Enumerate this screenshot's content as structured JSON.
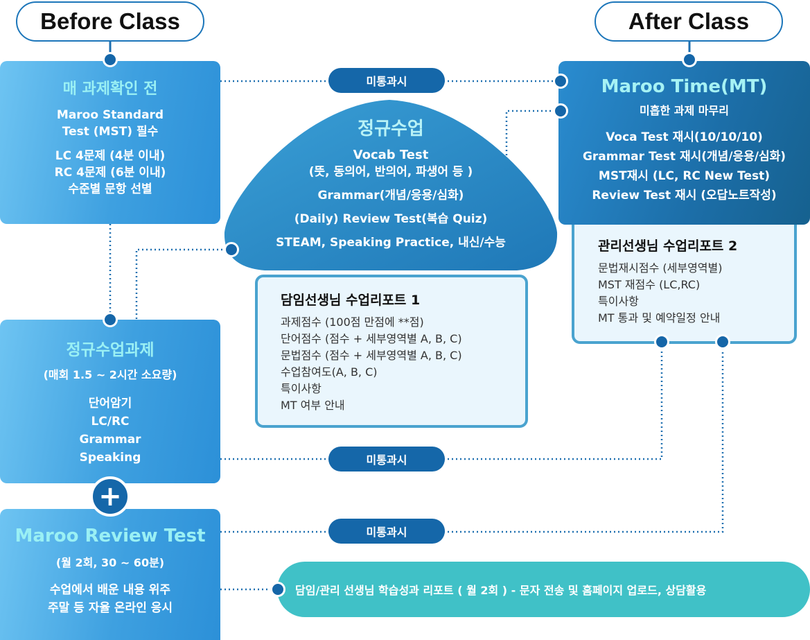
{
  "headers": {
    "before": "Before Class",
    "after": "After Class"
  },
  "pre_assignment": {
    "title": "매 과제확인 전",
    "lines": [
      "Maroo Standard",
      "Test (MST) 필수",
      "LC 4문제 (4분 이내)",
      "RC 4문제 (6분 이내)",
      "수준별 문항 선별"
    ]
  },
  "regular_class": {
    "title": "정규수업",
    "lines": [
      "Vocab Test",
      "(뜻, 동의어, 반의어, 파생어 등 )",
      "Grammar(개념/응용/심화)",
      "(Daily) Review Test(복습 Quiz)",
      "STEAM, Speaking Practice, 내신/수능"
    ]
  },
  "report1": {
    "title": "담임선생님 수업리포트 1",
    "items": [
      "과제점수 (100점 만점에 **점)",
      "단어점수 (점수 + 세부영역별 A, B, C)",
      "문법점수 (점수 + 세부영역별 A, B, C)",
      "수업참여도(A, B, C)",
      "특이사항",
      "MT 여부 안내"
    ]
  },
  "maroo_time": {
    "title": "Maroo Time(MT)",
    "subtitle": "미흡한 과제 마무리",
    "lines": [
      "Voca Test 재시(10/10/10)",
      "Grammar Test 재시(개념/응용/심화)",
      "MST재시 (LC, RC New Test)",
      "Review Test 재시 (오답노트작성)"
    ]
  },
  "report2": {
    "title": "관리선생님 수업리포트 2",
    "items": [
      "문법재시점수 (세부영역별)",
      "MST 재점수 (LC,RC)",
      "특이사항",
      "MT 통과 및 예약일정 안내"
    ]
  },
  "homework": {
    "title": "정규수업과제",
    "subtitle": "(매회 1.5 ~ 2시간 소요량)",
    "lines": [
      "단어암기",
      "LC/RC",
      "Grammar",
      "Speaking"
    ]
  },
  "review_test": {
    "title": "Maroo Review Test",
    "subtitle": "(월 2회,  30 ~ 60분)",
    "lines": [
      "수업에서 배운 내용 위주",
      "주말 등 자율 온라인 응시"
    ]
  },
  "connectors": {
    "fail1": "미통과시",
    "fail2": "미통과시",
    "fail3": "미통과시"
  },
  "plus_symbol": "+",
  "bottom_report": "담임/관리 선생님 학습성과 리포트 ( 월 2회 )  - 문자 전송 및 홈페이지 업로드, 상담활용"
}
